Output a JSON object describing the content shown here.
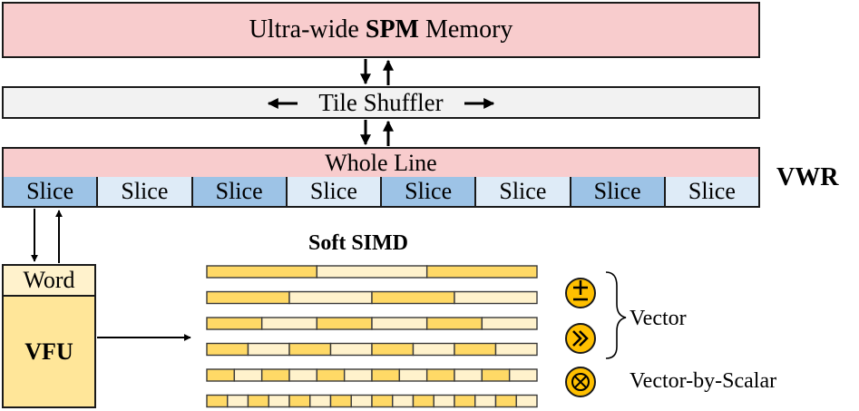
{
  "spm": {
    "prefix": "Ultra-wide ",
    "bold": "SPM",
    "suffix": " Memory"
  },
  "shuffler": {
    "label": "Tile Shuffler"
  },
  "vwr": {
    "whole_line": "Whole Line",
    "slice_label": "Slice",
    "slice_count": 8,
    "label": "VWR"
  },
  "vfu": {
    "word_label": "Word",
    "label": "VFU"
  },
  "simd": {
    "title": "Soft SIMD",
    "row_segments": [
      3,
      4,
      6,
      8,
      12,
      16
    ]
  },
  "ops": {
    "vector_label": "Vector",
    "vector_by_scalar_label": "Vector-by-Scalar",
    "icons": [
      "add-subtract-icon",
      "shift-icon",
      "multiply-icon"
    ]
  },
  "colors": {
    "pink": "#f8cccd",
    "grey": "#f2f2f2",
    "slice_dark": "#9dc3e6",
    "slice_light": "#deebf7",
    "word": "#fff2cc",
    "vfu": "#ffe699",
    "seg_dark": "#ffd966",
    "seg_light": "#fff2cc",
    "op": "#ffc000"
  }
}
